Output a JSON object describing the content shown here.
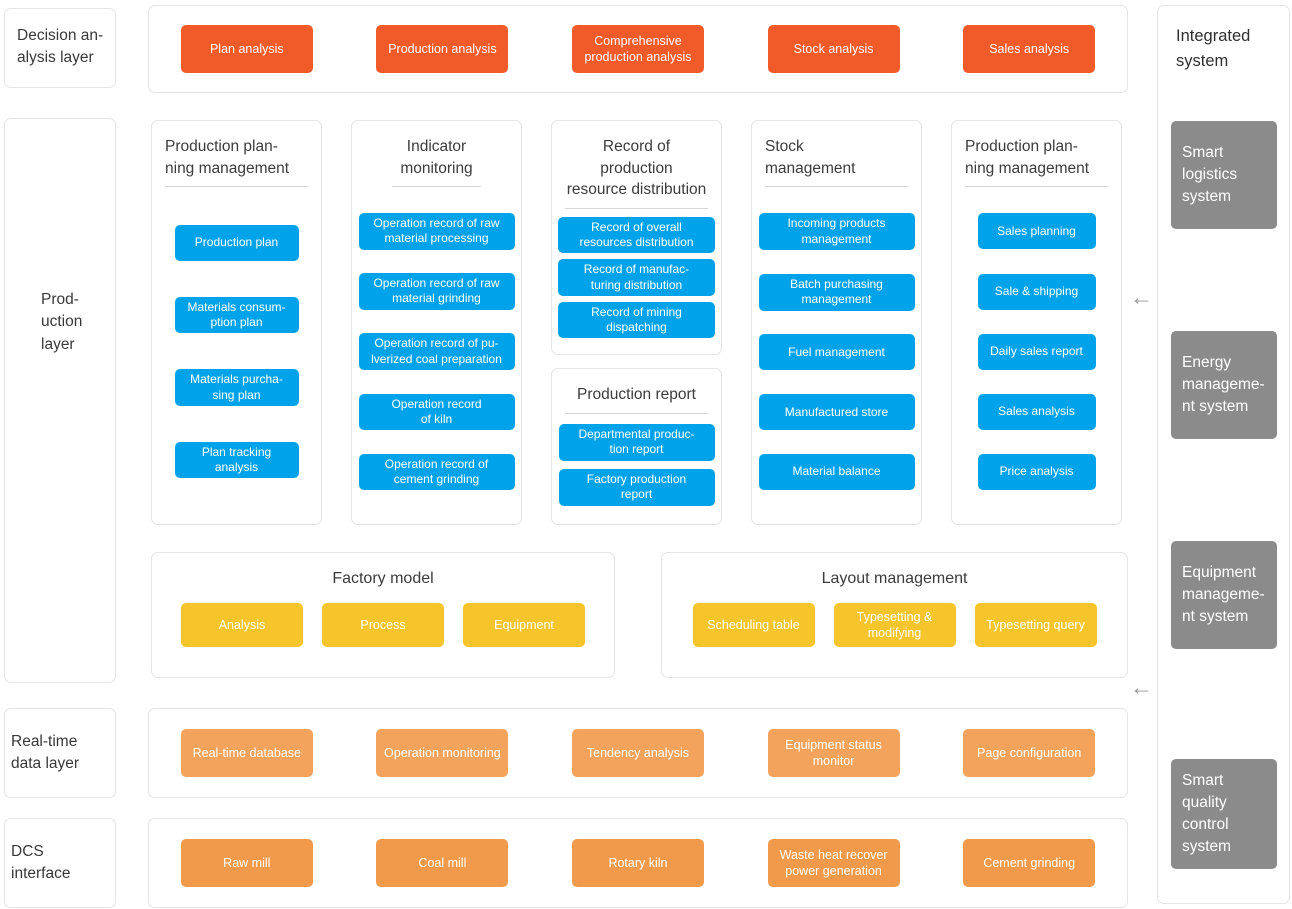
{
  "colors": {
    "decision_orange": "#f15a29",
    "production_blue": "#00a2e9",
    "model_yellow": "#f6c52b",
    "realtime_orange": "#f3a35b",
    "dcs_orange": "#f19a4b",
    "system_gray": "#8b8b8b",
    "border_gray": "#e4e4e4"
  },
  "icons": {
    "arrow_left": "←"
  },
  "left_layers": {
    "decision": "Decision an-\nalysis  layer",
    "production": "Prod-\nuction\nlayer",
    "realtime": "Real-time\ndata layer",
    "dcs": "DCS\ninterface"
  },
  "decision_row": [
    "Plan analysis",
    "Production analysis",
    "Comprehensive\nproduction analysis",
    "Stock analysis",
    "Sales analysis"
  ],
  "panels": {
    "planning": {
      "title": "Production plan-\nning management",
      "buttons": [
        "Production plan",
        "Materials consum-\nption plan",
        "Materials purcha-\nsing plan",
        "Plan tracking\nanalysis"
      ]
    },
    "indicator": {
      "title": "Indicator\nmonitoring",
      "buttons": [
        "Operation record of raw\nmaterial processing",
        "Operation record of raw\nmaterial grinding",
        "Operation record of pu-\nlverized coal preparation",
        "Operation record\nof kiln",
        "Operation record of\ncement grinding"
      ]
    },
    "resource": {
      "title": "Record of production\nresource distribution",
      "buttons": [
        "Record of overall\nresources distribution",
        "Record of manufac-\nturing distribution",
        "Record of mining\ndispatching"
      ]
    },
    "report": {
      "title": "Production report",
      "buttons": [
        "Departmental produc-\ntion report",
        "Factory production\nreport"
      ]
    },
    "stock": {
      "title": "Stock\nmanagement",
      "buttons": [
        "Incoming products\nmanagement",
        "Batch purchasing\nmanagement",
        "Fuel management",
        "Manufactured store",
        "Material balance"
      ]
    },
    "sales": {
      "title": "Production plan-\nning management",
      "buttons": [
        "Sales planning",
        "Sale & shipping",
        "Daily sales report",
        "Sales analysis",
        "Price analysis"
      ]
    },
    "factory_model": {
      "title": "Factory model",
      "buttons": [
        "Analysis",
        "Process",
        "Equipment"
      ]
    },
    "layout": {
      "title": "Layout management",
      "buttons": [
        "Scheduling table",
        "Typesetting &\nmodifying",
        "Typesetting query"
      ]
    }
  },
  "realtime_row": [
    "Real-time database",
    "Operation monitoring",
    "Tendency analysis",
    "Equipment status\nmonitor",
    "Page configuration"
  ],
  "dcs_row": [
    "Raw mill",
    "Coal mill",
    "Rotary kiln",
    "Waste heat recover\npower generation",
    "Cement grinding"
  ],
  "right_column": {
    "title": "Integrated\nsystem",
    "systems": [
      "Smart\nlogistics\nsystem",
      "Energy\nmanageme-\nnt system",
      "Equipment\nmanageme-\nnt system",
      "Smart\nquality\ncontrol\nsystem"
    ]
  }
}
